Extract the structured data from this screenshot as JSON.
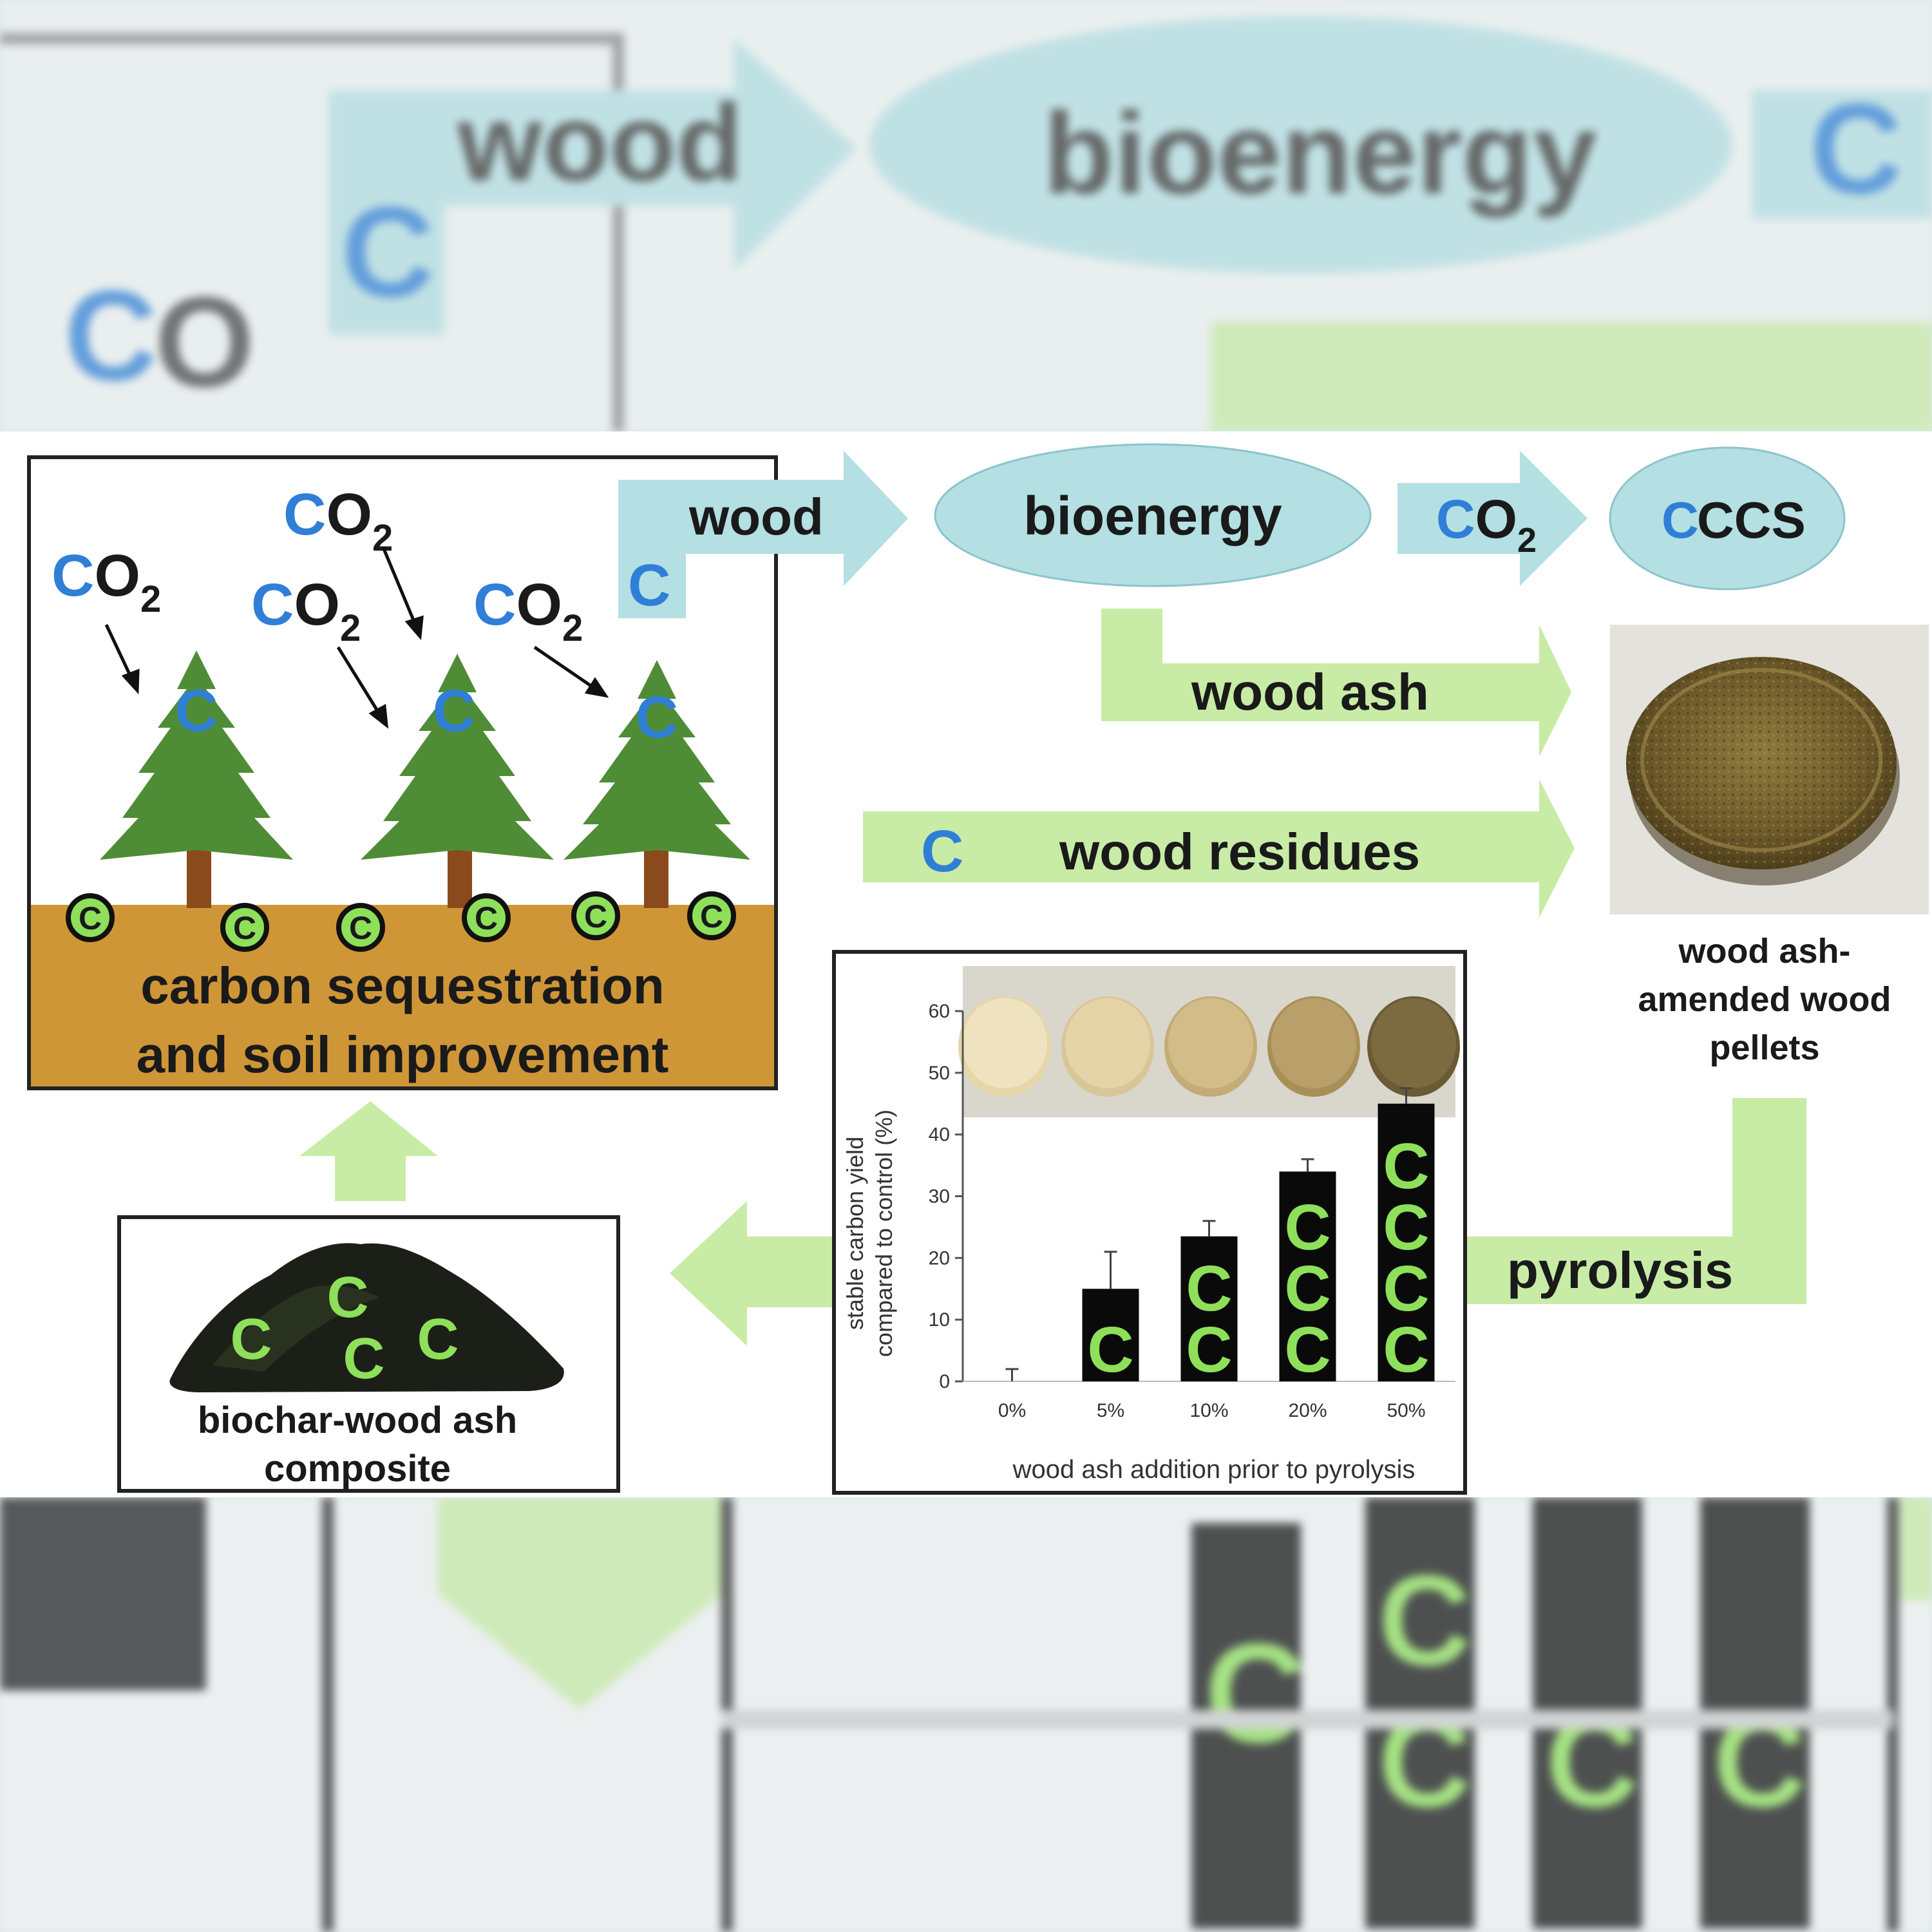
{
  "flow": {
    "wood": "wood",
    "bioenergy": "bioenergy",
    "ccs": "CCS",
    "ccs_c": "C",
    "wood_ash": "wood ash",
    "wood_residues": "wood residues",
    "pyrolysis": "pyrolysis",
    "carbon_letter": "C"
  },
  "forest": {
    "co2_c": "C",
    "co2_o": "O",
    "co2_sub": "2",
    "tree_carbon": "C",
    "soil_carbon": "C",
    "caption_line1": "carbon sequestration",
    "caption_line2": "and soil improvement"
  },
  "pellets": {
    "caption_line1": "wood ash-",
    "caption_line2": "amended wood",
    "caption_line3": "pellets"
  },
  "biochar": {
    "letter": "C",
    "caption_line1": "biochar-wood ash",
    "caption_line2": "composite"
  },
  "colors": {
    "flow_blue": "#b4dfe3",
    "flow_green": "#c8eca6",
    "carbon_blue": "#2f7fd6",
    "carbon_green": "#8ee05a",
    "tree_green": "#4f8c36",
    "trunk_brown": "#8b4a1c",
    "soil": "#cf9637"
  },
  "chart_data": {
    "type": "bar",
    "categories": [
      "0%",
      "5%",
      "10%",
      "20%",
      "50%"
    ],
    "values": [
      0,
      15,
      23.5,
      34,
      45
    ],
    "errors": [
      2,
      6,
      2.5,
      2,
      2.5
    ],
    "letters_per_bar": [
      0,
      1,
      2,
      3,
      4
    ],
    "bar_letter": "C",
    "ylabel_line1": "stable carbon yield",
    "ylabel_line2": "compared to control (%)",
    "xlabel": "wood ash addition prior to pyrolysis",
    "ylim": [
      0,
      60
    ],
    "yticks": [
      0,
      10,
      20,
      30,
      40,
      50,
      60
    ]
  }
}
